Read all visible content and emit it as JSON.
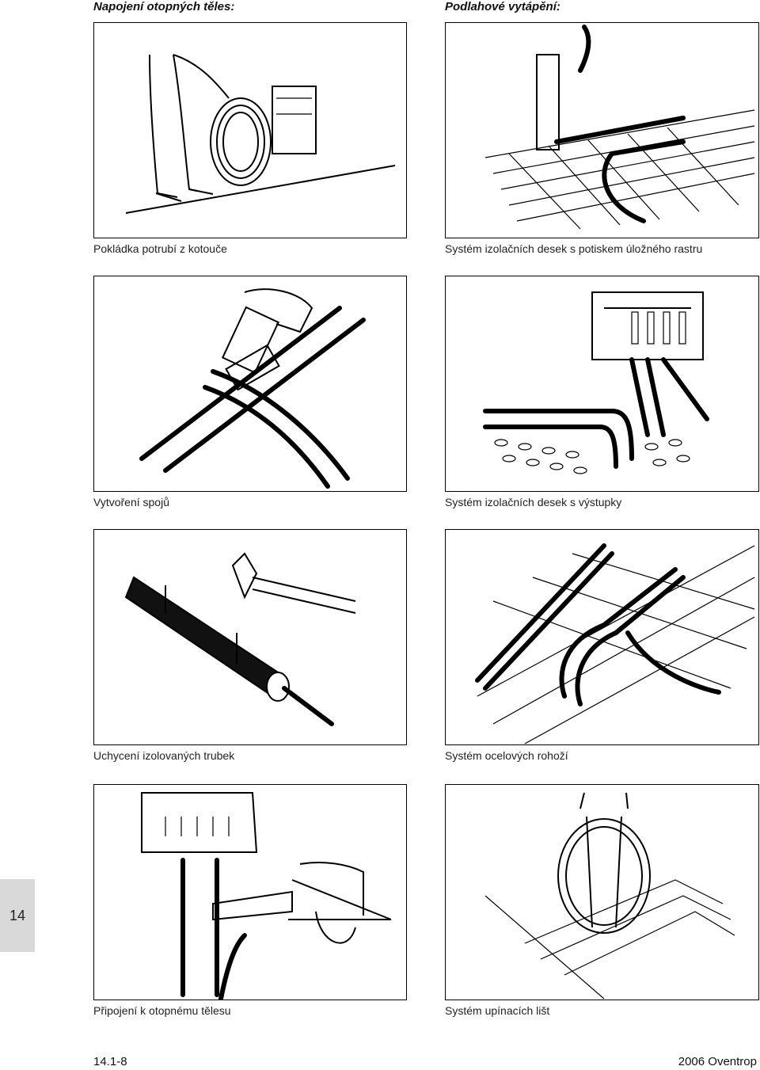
{
  "headings": {
    "left": "Napojení otopných těles:",
    "right": "Podlahové vytápění:"
  },
  "panels": [
    {
      "caption": "Pokládka potrubí z kotouče"
    },
    {
      "caption": "Systém izolačních desek s potiskem úložného rastru"
    },
    {
      "caption": "Vytvoření spojů"
    },
    {
      "caption": "Systém izolačních desek s výstupky"
    },
    {
      "caption": "Uchycení izolovaných trubek"
    },
    {
      "caption": "Systém ocelových rohoží"
    },
    {
      "caption": "Připojení k otopnému tělesu"
    },
    {
      "caption": "Systém upínacích lišt"
    }
  ],
  "section_tab": "14",
  "footer": {
    "page_number": "14.1-8",
    "copyright": "2006 Oventrop"
  }
}
